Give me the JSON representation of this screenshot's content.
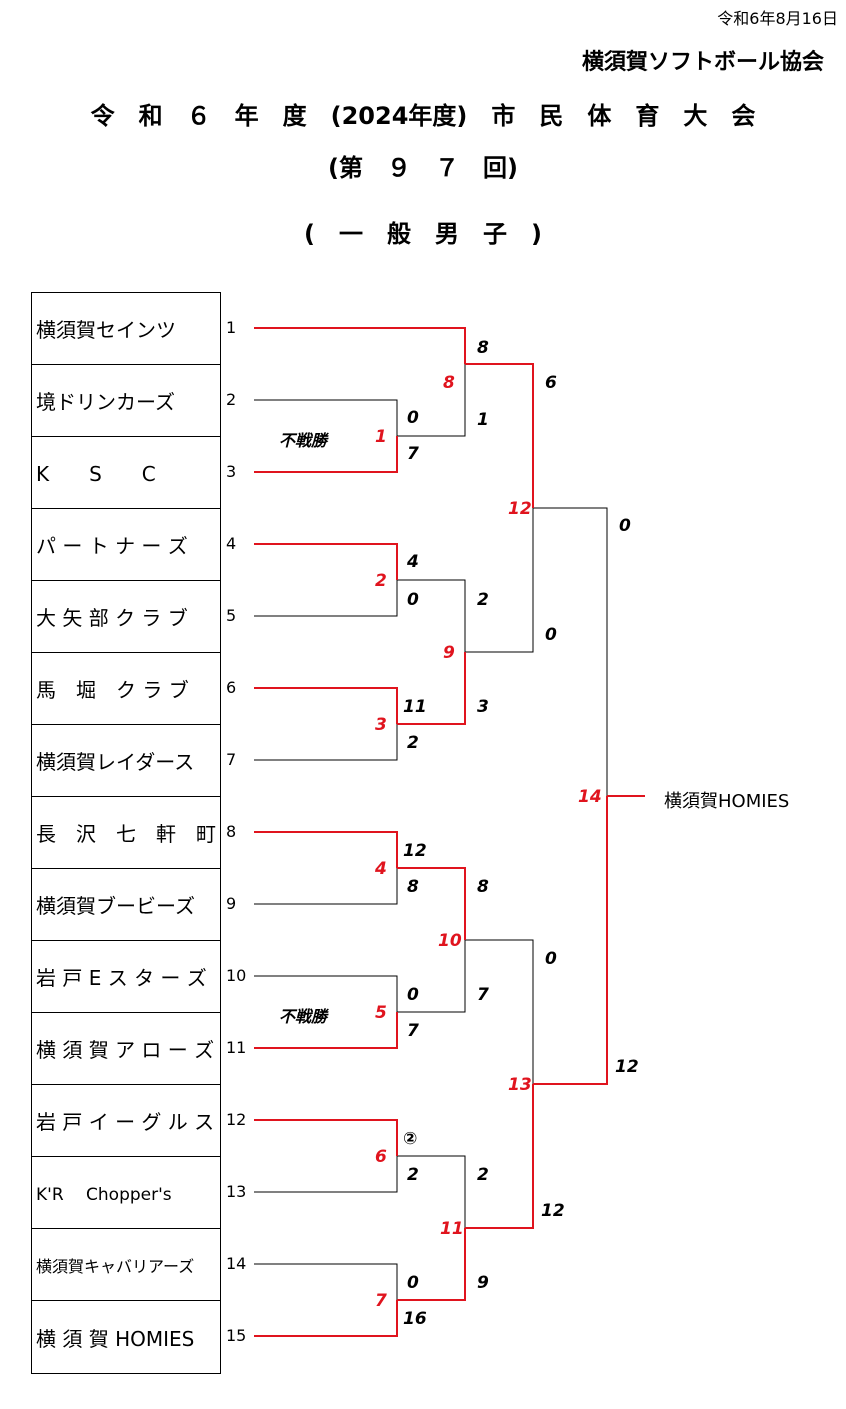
{
  "header": {
    "date": "令和6年8月16日",
    "organization": "横須賀ソフトボール協会",
    "title": "令　和　６　年　度　(2024年度)　市　民　体　育　大　会",
    "edition": "(第　９　７　回)",
    "division": "(　一　般　男　子　)"
  },
  "teams": [
    {
      "seed": "1",
      "name": "横須賀セインツ"
    },
    {
      "seed": "2",
      "name": "境ドリンカーズ"
    },
    {
      "seed": "3",
      "name": "K　　S　　C"
    },
    {
      "seed": "4",
      "name": "パ ー ト ナ ー ズ"
    },
    {
      "seed": "5",
      "name": "大 矢 部 ク ラ ブ"
    },
    {
      "seed": "6",
      "name": "馬　堀　ク ラ ブ"
    },
    {
      "seed": "7",
      "name": "横須賀レイダース"
    },
    {
      "seed": "8",
      "name": "長　沢　七　軒　町"
    },
    {
      "seed": "9",
      "name": "横須賀ブービーズ"
    },
    {
      "seed": "10",
      "name": "岩 戸 E ス タ ー ズ"
    },
    {
      "seed": "11",
      "name": "横 須 賀 ア ロ ー ズ"
    },
    {
      "seed": "12",
      "name": "岩 戸 イ ー グ ル ス"
    },
    {
      "seed": "13",
      "name": "K'R　 Chopper's"
    },
    {
      "seed": "14",
      "name": "横須賀キャバリアーズ"
    },
    {
      "seed": "15",
      "name": "横 須 賀 HOMIES"
    }
  ],
  "notes": {
    "walkover_1": "不戦勝",
    "walkover_2": "不戦勝"
  },
  "match_numbers": {
    "m1": "1",
    "m2": "2",
    "m3": "3",
    "m4": "4",
    "m5": "5",
    "m6": "6",
    "m7": "7",
    "m8": "8",
    "m9": "9",
    "m10": "10",
    "m11": "11",
    "m12": "12",
    "m13": "13",
    "m14": "14"
  },
  "scores": {
    "m1_top": "0",
    "m1_bottom": "7",
    "m2_top": "4",
    "m2_bottom": "0",
    "m3_top": "11",
    "m3_bottom": "2",
    "m4_top": "12",
    "m4_bottom": "8",
    "m5_top": "0",
    "m5_bottom": "7",
    "m6_top": "②",
    "m6_bottom": "2",
    "m7_top": "0",
    "m7_bottom": "16",
    "m8_top": "8",
    "m8_bottom": "1",
    "m9_top": "2",
    "m9_bottom": "3",
    "m10_top": "8",
    "m10_bottom": "7",
    "m11_top": "2",
    "m11_bottom": "9",
    "m12_top": "6",
    "m12_bottom": "0",
    "m13_top": "0",
    "m13_bottom": "12",
    "m14_top": "0",
    "m14_bottom": "12"
  },
  "champion": "横須賀HOMIES",
  "colors": {
    "winner_line": "#e0141e",
    "loser_line": "#000000"
  }
}
